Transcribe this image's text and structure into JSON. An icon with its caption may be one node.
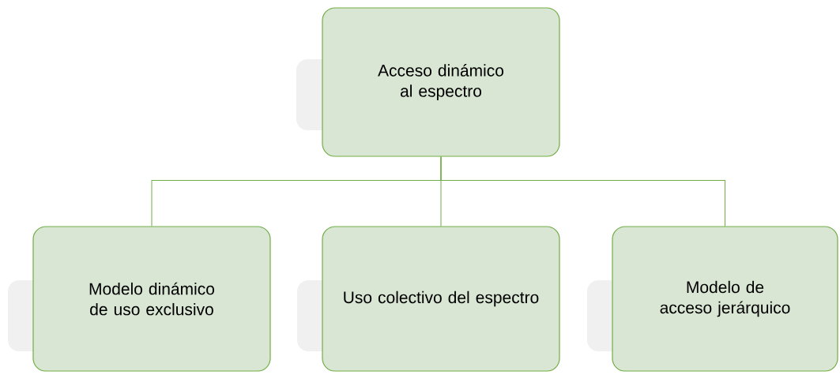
{
  "diagram": {
    "nodes": [
      {
        "text": [
          "Acceso dinámico al espectro"
        ]
      },
      {
        "text": [
          "Modelo dinámico de uso exclusivo"
        ]
      },
      {
        "text": [
          "Uso colectivo del espectro"
        ]
      },
      {
        "text": [
          "Modelo de acceso jerárquico"
        ]
      }
    ],
    "edges": [
      {
        "from": 0,
        "to": 1,
        "arrow": "none"
      },
      {
        "from": 0,
        "to": 2,
        "arrow": "none"
      },
      {
        "from": 0,
        "to": 3,
        "arrow": "none"
      }
    ]
  }
}
